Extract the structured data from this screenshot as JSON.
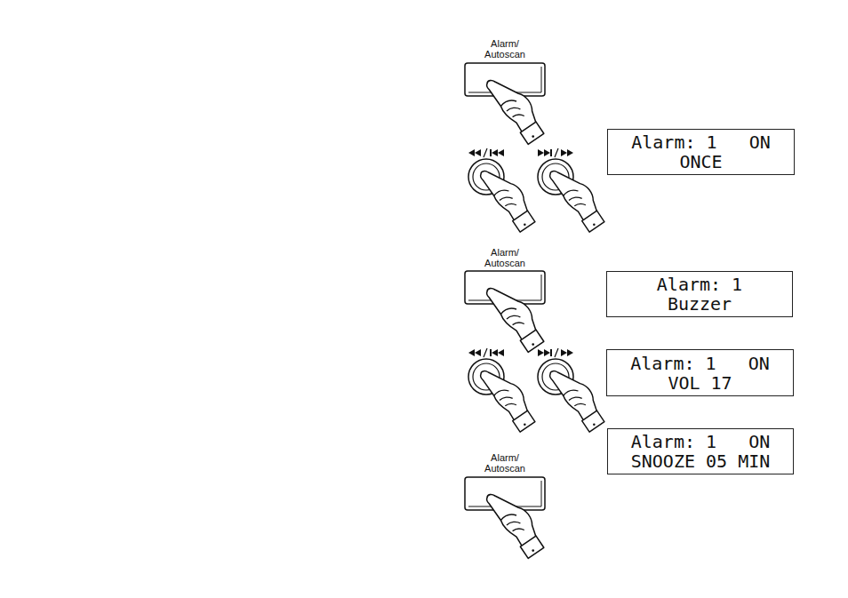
{
  "diagram": {
    "nodes": [
      {
        "text": [
          "Alarm: 1   ON",
          "ONCE"
        ]
      },
      {
        "text": [
          "Alarm: 1",
          "Buzzer"
        ]
      },
      {
        "text": [
          "Alarm: 1   ON",
          "VOL 17"
        ]
      },
      {
        "text": [
          "Alarm: 1   ON",
          "SNOOZE 05 MIN"
        ]
      }
    ],
    "labels": [
      "Alarm/ Autoscan",
      "Alarm/ Autoscan",
      "Alarm/ Autoscan"
    ]
  }
}
